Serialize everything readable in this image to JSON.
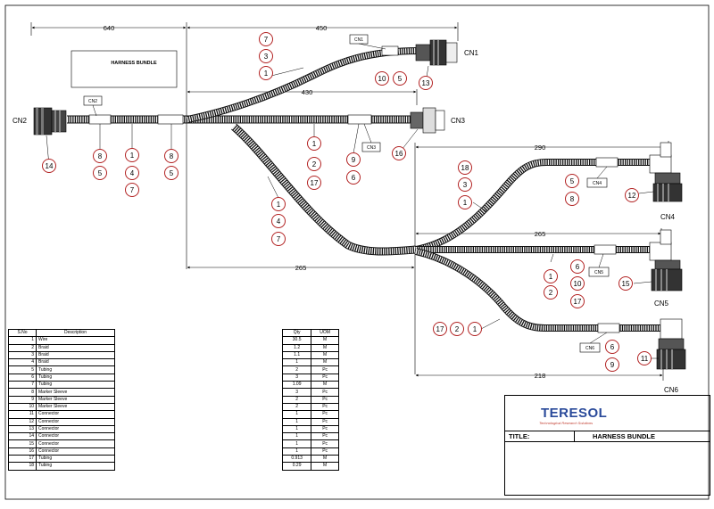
{
  "dimensions": {
    "d640": "640",
    "d450": "450",
    "d430": "430",
    "d265_left": "265",
    "d290": "290",
    "d265_right": "265",
    "d218": "218"
  },
  "harness_note": "HARNESS BUNDLE",
  "connectors": {
    "cn1": "CN1",
    "cn2": "CN2",
    "cn3": "CN3",
    "cn4": "CN4",
    "cn5": "CN5",
    "cn6": "CN6"
  },
  "marker_tags": {
    "cn1": "CN1",
    "cn2": "CN2",
    "cn3": "CN3",
    "cn4": "CN4",
    "cn5": "CN5",
    "cn6": "CN6"
  },
  "balloons": {
    "cn1_branch_7": "7",
    "cn1_branch_3": "3",
    "cn1_branch_1": "1",
    "cn1_10": "10",
    "cn1_5": "5",
    "cn1_13": "13",
    "cn2_14": "14",
    "cn2_8": "8",
    "cn2_5": "5",
    "trunk_1": "1",
    "trunk_4": "4",
    "trunk_7": "7",
    "trunk_8": "8",
    "trunk_5": "5",
    "cn3_1": "1",
    "cn3_2": "2",
    "cn3_17": "17",
    "cn3_9": "9",
    "cn3_6": "6",
    "cn3_16": "16",
    "lower_1": "1",
    "lower_4": "4",
    "lower_7": "7",
    "cn4_18": "18",
    "cn4_3": "3",
    "cn4_1": "1",
    "cn4_5": "5",
    "cn4_8": "8",
    "cn4_12": "12",
    "cn5_6": "6",
    "cn5_10": "10",
    "cn5_17": "17",
    "cn5_1": "1",
    "cn5_2": "2",
    "cn5_15": "15",
    "cn6_17": "17",
    "cn6_2": "2",
    "cn6_1": "1",
    "cn6_6": "6",
    "cn6_9": "9",
    "cn6_11": "11"
  },
  "bom": {
    "headers": {
      "sno": "S.No",
      "description": "Description",
      "qty": "Qty",
      "uom": "UOM"
    },
    "rows": [
      {
        "sno": "1",
        "description": "Wire",
        "qty": "30.5",
        "uom": "M"
      },
      {
        "sno": "2",
        "description": "Braid",
        "qty": "1.2",
        "uom": "M"
      },
      {
        "sno": "3",
        "description": "Braid",
        "qty": "1.1",
        "uom": "M"
      },
      {
        "sno": "4",
        "description": "Braid",
        "qty": "1",
        "uom": "M"
      },
      {
        "sno": "5",
        "description": "Tubing",
        "qty": "2",
        "uom": "Pc"
      },
      {
        "sno": "6",
        "description": "Tubing",
        "qty": "3",
        "uom": "Pc"
      },
      {
        "sno": "7",
        "description": "Tubing",
        "qty": "1.09",
        "uom": "M"
      },
      {
        "sno": "8",
        "description": "Marker Sleeve",
        "qty": "3",
        "uom": "Pc"
      },
      {
        "sno": "9",
        "description": "Marker Sleeve",
        "qty": "2",
        "uom": "Pc"
      },
      {
        "sno": "10",
        "description": "Marker Sleeve",
        "qty": "2",
        "uom": "Pc"
      },
      {
        "sno": "11",
        "description": "Connector",
        "qty": "1",
        "uom": "Pc"
      },
      {
        "sno": "12",
        "description": "Connector",
        "qty": "1",
        "uom": "Pc"
      },
      {
        "sno": "13",
        "description": "Connector",
        "qty": "1",
        "uom": "Pc"
      },
      {
        "sno": "14",
        "description": "Connector",
        "qty": "1",
        "uom": "Pc"
      },
      {
        "sno": "15",
        "description": "Connector",
        "qty": "1",
        "uom": "Pc"
      },
      {
        "sno": "16",
        "description": "Connector",
        "qty": "1",
        "uom": "Pc"
      },
      {
        "sno": "17",
        "description": "Tubing",
        "qty": "0.913",
        "uom": "M"
      },
      {
        "sno": "18",
        "description": "Tubing",
        "qty": "0.29",
        "uom": "M"
      }
    ]
  },
  "title_block": {
    "logo_text": "TERESOL",
    "logo_tagline": "Technological Research Solutions",
    "title_label": "TITLE:",
    "title_value": "HARNESS BUNDLE"
  },
  "colors": {
    "balloon": "#b22222",
    "line": "#000000",
    "logo_blue": "#2a4a9a",
    "logo_red": "#c0392b"
  }
}
